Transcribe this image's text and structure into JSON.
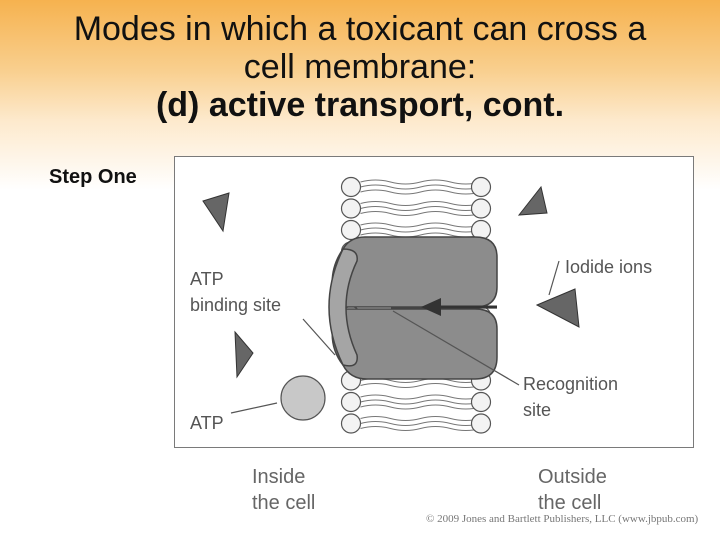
{
  "title": {
    "line1": "Modes in which a toxicant can cross a",
    "line2": "cell membrane:",
    "line3": "(d) active transport, cont."
  },
  "step_label": "Step One",
  "figure": {
    "atp_binding_site": [
      "ATP",
      "binding site"
    ],
    "iodide_ions": "Iodide ions",
    "recognition_site": [
      "Recognition",
      "site"
    ],
    "atp": "ATP"
  },
  "below": {
    "inside": [
      "Inside",
      "the cell"
    ],
    "outside": [
      "Outside",
      "the cell"
    ]
  },
  "copyright": "© 2009 Jones and Bartlett Publishers, LLC (www.jbpub.com)",
  "colors": {
    "header_orange": "#f6b24f",
    "protein_gray": "#8c8c8c",
    "ion_gray": "#666666",
    "atp_gray": "#c8c8c8"
  }
}
